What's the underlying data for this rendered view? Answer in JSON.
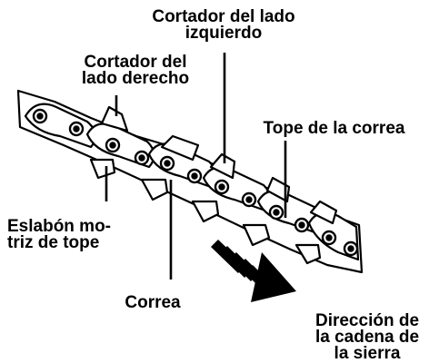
{
  "labels": {
    "left_cutter": [
      "Cortador del lado",
      "izquierdo"
    ],
    "right_cutter": [
      "Cortador del",
      "lado derecho"
    ],
    "depth_gauge": [
      "Tope de la correa"
    ],
    "drive_link": [
      "Eslabón mo-",
      "triz de tope"
    ],
    "tie_strap": [
      "Correa"
    ],
    "direction": [
      "Dirección de",
      "la cadena de",
      "la sierra"
    ]
  },
  "colors": {
    "ink": "#000000",
    "background": "#ffffff"
  },
  "icons": {
    "direction_arrow": "striped-arrow-icon"
  }
}
